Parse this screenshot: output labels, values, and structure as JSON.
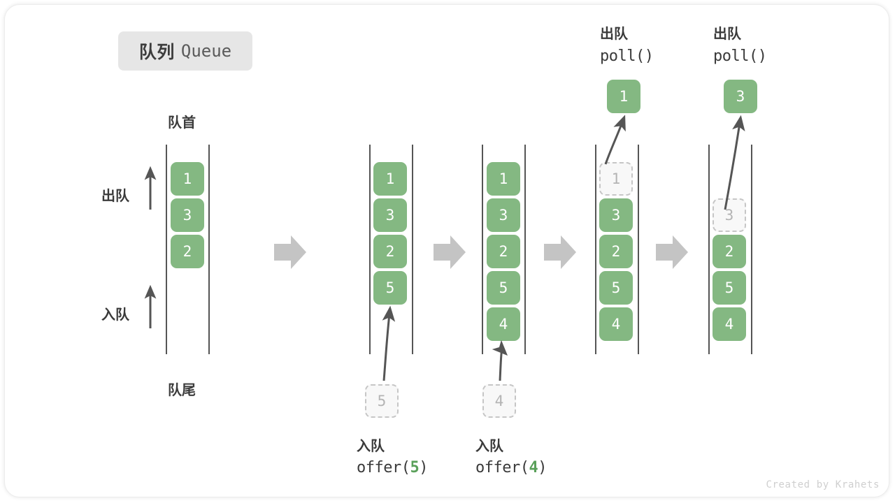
{
  "title": {
    "cn": "队列",
    "en": "Queue"
  },
  "labels": {
    "head": "队首",
    "tail": "队尾",
    "dequeue": "出队",
    "enqueue": "入队"
  },
  "watermark": "Created by Krahets",
  "colors": {
    "element_green": "#84b882",
    "ghost_border": "#c6c6c6",
    "ghost_fill": "#f8f8f8",
    "rail": "#555555",
    "transition_arrow": "#c4c4c4",
    "badge_bg": "#e6e6e6",
    "text": "#3c3c3c"
  },
  "panels": [
    {
      "id": "panel-initial",
      "cells": [
        {
          "value": "1",
          "state": "filled"
        },
        {
          "value": "3",
          "state": "filled"
        },
        {
          "value": "2",
          "state": "filled"
        }
      ],
      "side_labels": {
        "top": "队首",
        "bottom": "队尾",
        "dequeue": "出队",
        "enqueue": "入队"
      }
    },
    {
      "id": "panel-offer-5",
      "cells": [
        {
          "value": "1",
          "state": "filled"
        },
        {
          "value": "3",
          "state": "filled"
        },
        {
          "value": "2",
          "state": "filled"
        },
        {
          "value": "5",
          "state": "filled"
        }
      ],
      "incoming": {
        "value": "5",
        "state": "ghost"
      },
      "caption_cn": "入队",
      "caption_code_prefix": "offer(",
      "caption_code_arg": "5",
      "caption_code_suffix": ")"
    },
    {
      "id": "panel-offer-4",
      "cells": [
        {
          "value": "1",
          "state": "filled"
        },
        {
          "value": "3",
          "state": "filled"
        },
        {
          "value": "2",
          "state": "filled"
        },
        {
          "value": "5",
          "state": "filled"
        },
        {
          "value": "4",
          "state": "filled"
        }
      ],
      "incoming": {
        "value": "4",
        "state": "ghost"
      },
      "caption_cn": "入队",
      "caption_code_prefix": "offer(",
      "caption_code_arg": "4",
      "caption_code_suffix": ")"
    },
    {
      "id": "panel-poll-1",
      "cells": [
        {
          "value": "1",
          "state": "ghost"
        },
        {
          "value": "3",
          "state": "filled"
        },
        {
          "value": "2",
          "state": "filled"
        },
        {
          "value": "5",
          "state": "filled"
        },
        {
          "value": "4",
          "state": "filled"
        }
      ],
      "outgoing": {
        "value": "1",
        "state": "filled"
      },
      "caption_cn": "出队",
      "caption_code": "poll()"
    },
    {
      "id": "panel-poll-3",
      "cells": [
        {
          "value": "",
          "state": "empty"
        },
        {
          "value": "3",
          "state": "ghost"
        },
        {
          "value": "2",
          "state": "filled"
        },
        {
          "value": "5",
          "state": "filled"
        },
        {
          "value": "4",
          "state": "filled"
        }
      ],
      "outgoing": {
        "value": "3",
        "state": "filled"
      },
      "caption_cn": "出队",
      "caption_code": "poll()"
    }
  ]
}
